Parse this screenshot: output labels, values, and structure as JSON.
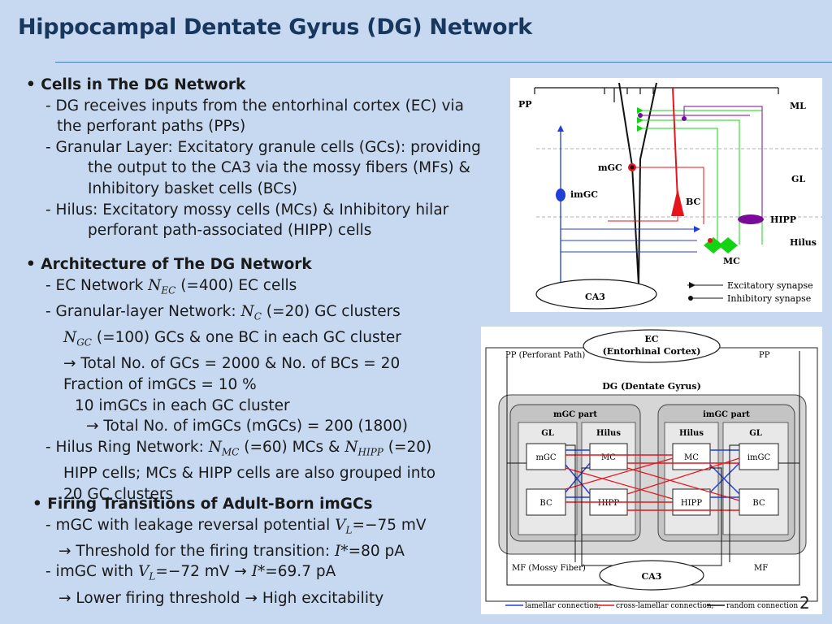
{
  "slide": {
    "title": "Hippocampal Dentate Gyrus (DG) Network",
    "page_number": "2"
  },
  "sections": {
    "cells": {
      "header": "• Cells in The DG Network",
      "l1": "- DG receives inputs from the entorhinal cortex (EC) via",
      "l2": "the perforant paths (PPs)",
      "l3": "- Granular Layer: Excitatory granule cells (GCs): providing",
      "l4": "the output to the CA3 via the mossy fibers (MFs) &",
      "l5": "Inhibitory basket cells (BCs)",
      "l6": "- Hilus: Excitatory mossy cells (MCs) & Inhibitory hilar",
      "l7": "perforant path-associated (HIPP) cells"
    },
    "arch": {
      "header": "• Architecture of The DG Network",
      "ec_pre": "- EC Network ",
      "ec_sym": "N",
      "ec_sub": "EC",
      "ec_post": " (=400) EC cells",
      "gl_pre": "- Granular-layer Network: ",
      "gl_sym": "N",
      "gl_sub": "C",
      "gl_post": " (=20) GC clusters",
      "gc_sym": "N",
      "gc_sub": "GC",
      "gc_post": " (=100) GCs & one BC in each GC cluster",
      "total1": "→ Total No. of GCs = 2000 & No. of BCs = 20",
      "frac": "Fraction of imGCs = 10 %",
      "per": "10 imGCs in each GC cluster",
      "total2": "→ Total No. of imGCs (mGCs) = 200 (1800)",
      "hr_pre": "- Hilus Ring Network: ",
      "mc_sym": "N",
      "mc_sub": "MC",
      "hr_mid": " (=60) MCs & ",
      "hipp_sym": "N",
      "hipp_sub": "HIPP",
      "hr_post": " (=20)",
      "hipp_line": "HIPP cells; MCs & HIPP cells are also grouped into",
      "clusters": "20 GC clusters"
    },
    "firing": {
      "header": "• Firing Transitions of Adult-Born imGCs",
      "m1_pre": "- mGC with leakage reversal potential ",
      "vl_sym": "V",
      "vl_sub": "L",
      "m1_post": "=−75 mV",
      "m2_pre": "→ Threshold for the firing transition: ",
      "istar": "I*",
      "m2_post": "=80 pA",
      "m3_pre": "- imGC with ",
      "m3_mid": "=−72 mV → ",
      "m3_post": "=69.7 pA",
      "m4": "→ Lower firing threshold  → High excitability"
    }
  },
  "figure1": {
    "labels": {
      "pp": "PP",
      "ml": "ML",
      "gl": "GL",
      "mgc": "mGC",
      "imgc": "imGC",
      "bc": "BC",
      "hipp": "HIPP",
      "hilus": "Hilus",
      "mc": "MC",
      "ca3": "CA3",
      "exc": "Excitatory synapse",
      "inh": "Inhibitory synapse"
    },
    "colors": {
      "imgc": "#1f3fd8",
      "mgc": "#e8141c",
      "bc": "#e8141c",
      "mc": "#12d412",
      "hipp": "#7a0a9a",
      "pp": "#111111"
    }
  },
  "figure2": {
    "labels": {
      "ec": "EC",
      "ec_full": "(Entorhinal Cortex)",
      "pp_left": "PP (Perforant Path)",
      "pp_right": "PP",
      "dg": "DG (Dentate Gyrus)",
      "mgc_part": "mGC part",
      "imgc_part": "imGC part",
      "gl": "GL",
      "hilus": "Hilus",
      "mgc": "mGC",
      "imgc": "imGC",
      "mc": "MC",
      "bc": "BC",
      "hipp": "HIPP",
      "mf_left": "MF (Mossy Fiber)",
      "mf_right": "MF",
      "ca3": "CA3",
      "leg1": "lamellar connection;",
      "leg2": "cross-lamellar connection;",
      "leg3": "random connection"
    },
    "colors": {
      "lamellar": "#1f3fd8",
      "cross": "#e8141c",
      "random": "#111111",
      "box_fill": "#cfcfcf"
    }
  }
}
